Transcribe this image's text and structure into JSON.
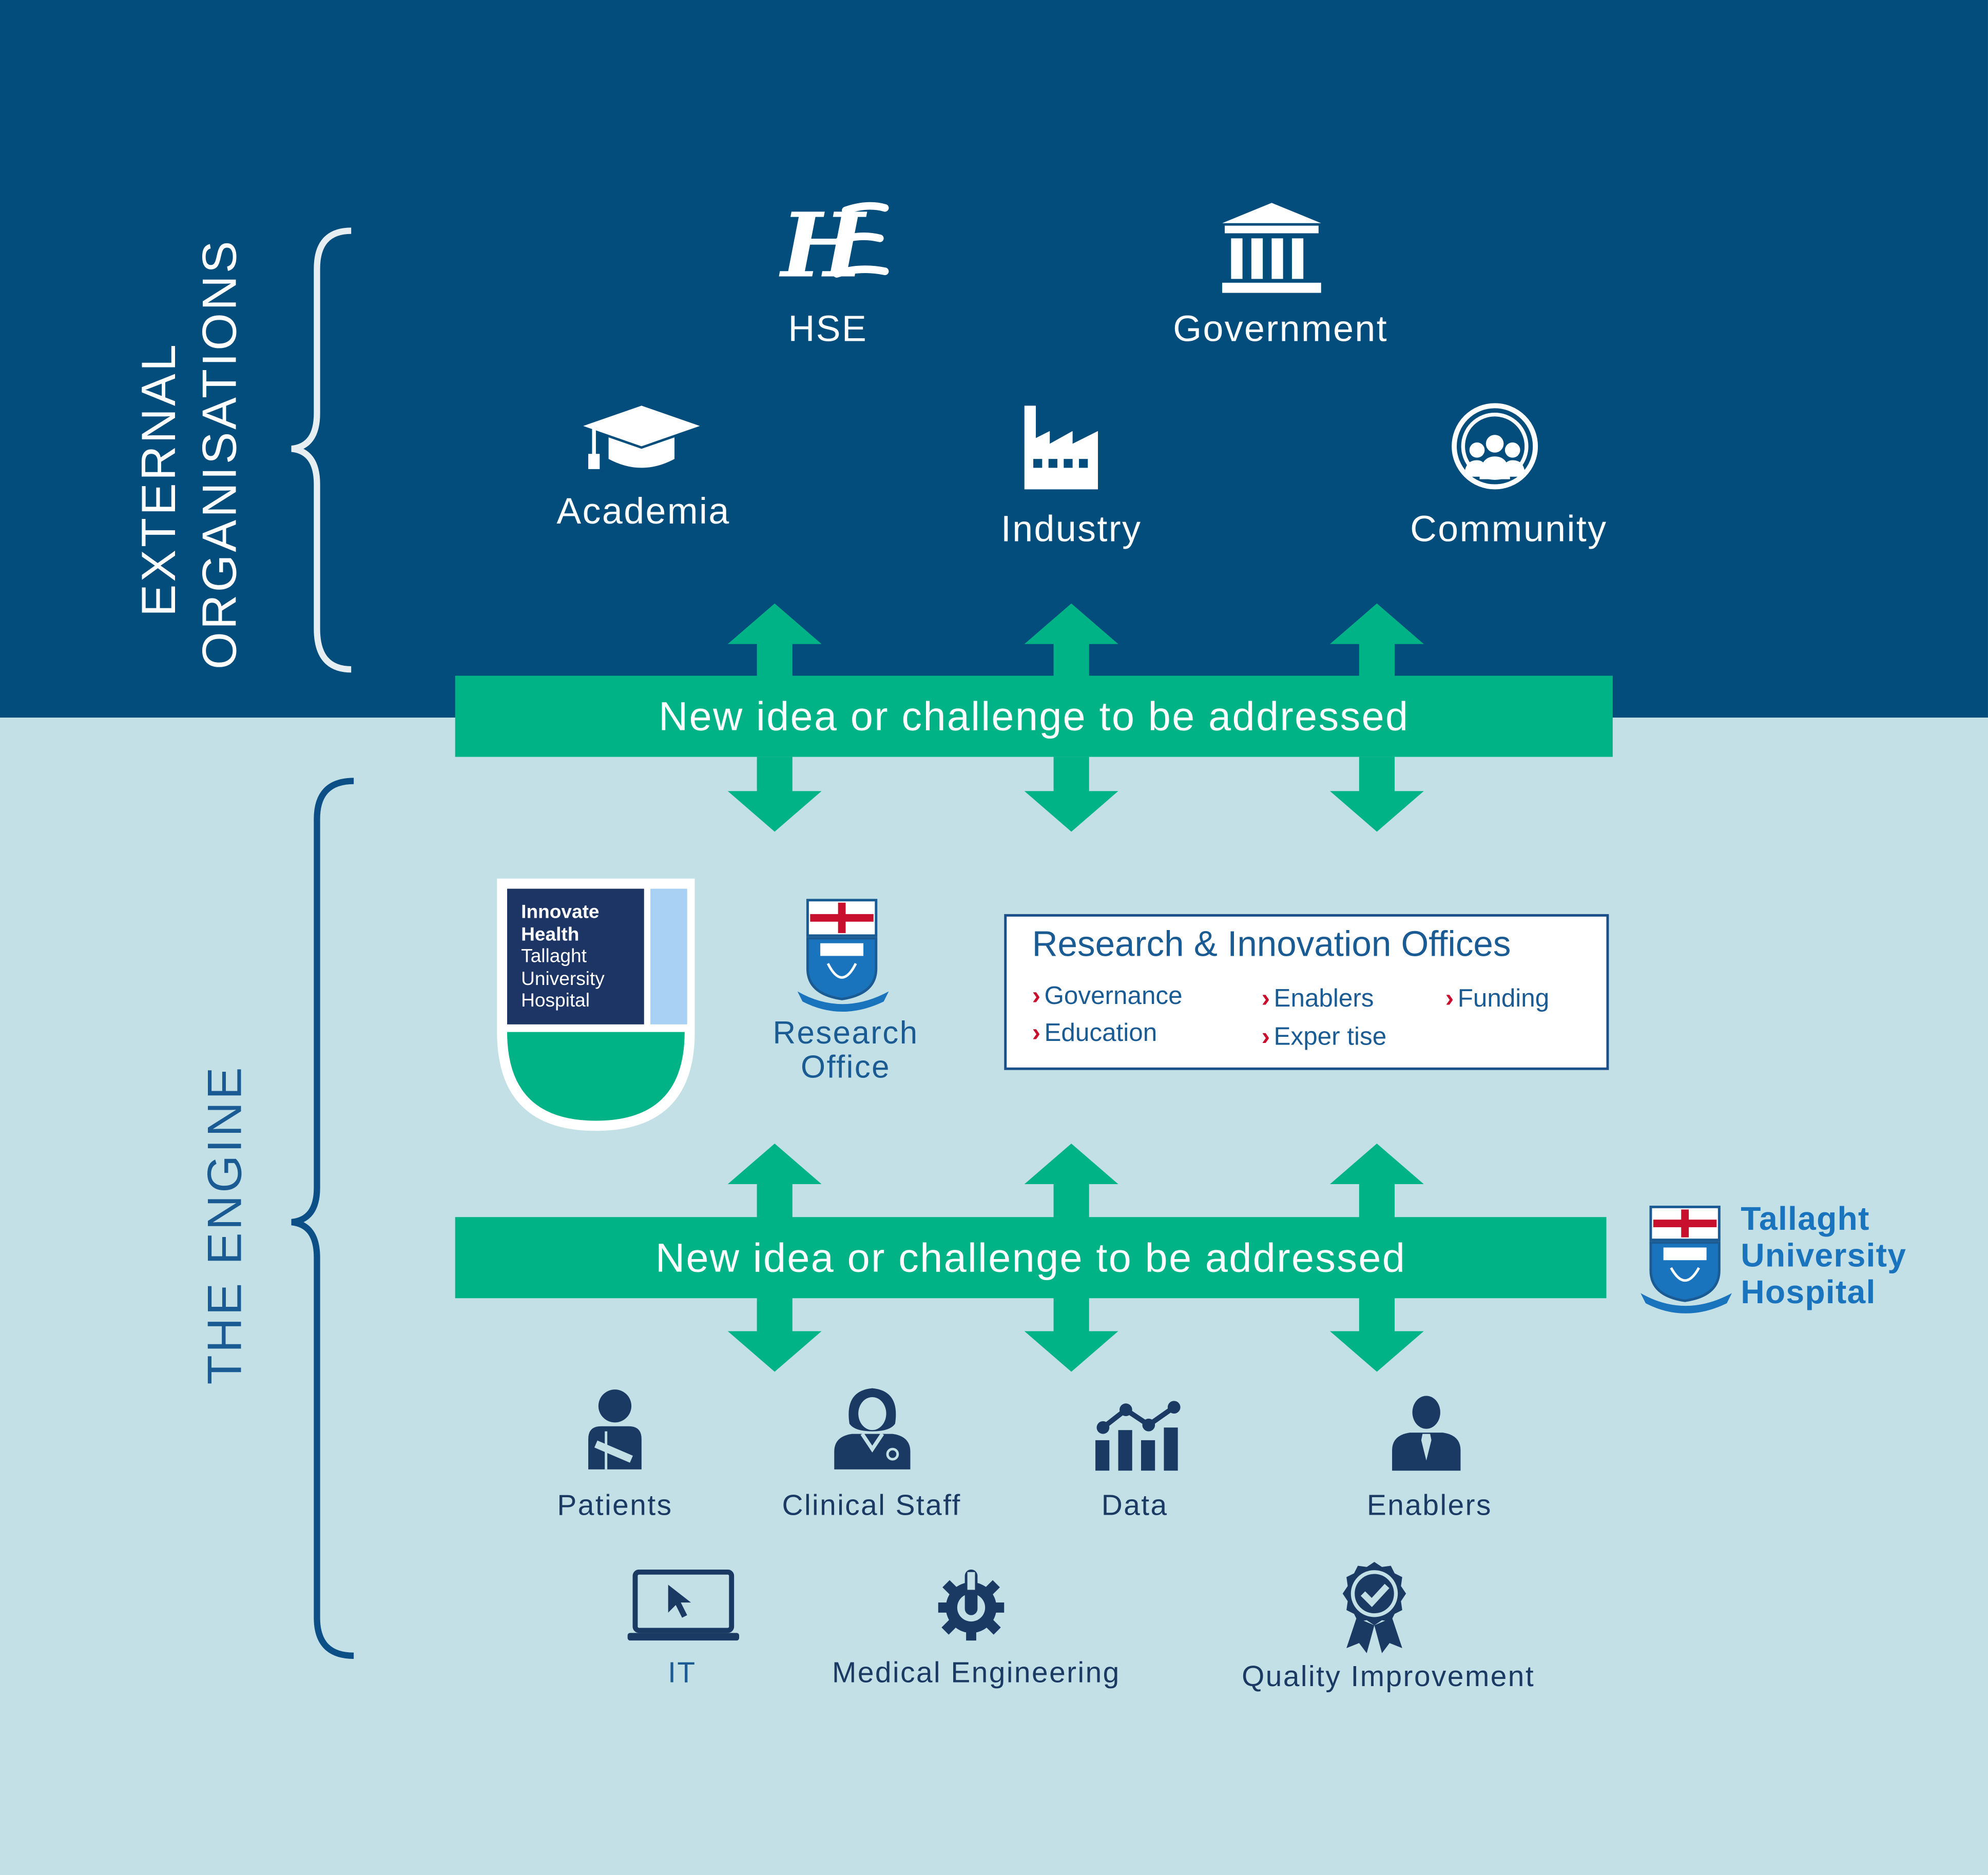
{
  "sections": {
    "external": {
      "label_line1": "EXTERNAL",
      "label_line2": "ORGANISATIONS"
    },
    "engine": {
      "label": "THE ENGINE"
    }
  },
  "external_orgs": [
    {
      "name": "HSE",
      "icon": "hse-logo-icon"
    },
    {
      "name": "Government",
      "icon": "government-building-icon"
    },
    {
      "name": "Academia",
      "icon": "graduation-cap-icon"
    },
    {
      "name": "Industry",
      "icon": "factory-icon"
    },
    {
      "name": "Community",
      "icon": "community-people-icon"
    }
  ],
  "flow_bands": [
    {
      "text": "New idea or challenge to be addressed"
    },
    {
      "text": "New idea or challenge to be addressed"
    }
  ],
  "innovate_health": {
    "line1": "Innovate",
    "line2": "Health",
    "line3": "Tallaght",
    "line4": "University",
    "line5": "Hospital"
  },
  "research_office": {
    "line1": "Research",
    "line2": "Office"
  },
  "research_innovation_offices": {
    "title": "Research & Innovation Offices",
    "items": [
      "Governance",
      "Enablers",
      "Funding",
      "Education",
      "Exper tise"
    ]
  },
  "hospital_logo": {
    "line1": "Tallaght",
    "line2": "University",
    "line3": "Hospital"
  },
  "engine_row1": [
    {
      "name": "Patients",
      "icon": "patient-icon"
    },
    {
      "name": "Clinical Staff",
      "icon": "clinical-staff-icon"
    },
    {
      "name": "Data",
      "icon": "data-chart-icon"
    },
    {
      "name": "Enablers",
      "icon": "businessman-icon"
    }
  ],
  "engine_row2": [
    {
      "name": "IT",
      "icon": "laptop-icon"
    },
    {
      "name": "Medical Engineering",
      "icon": "gear-test-tube-icon"
    },
    {
      "name": "Quality Improvement",
      "icon": "quality-badge-icon"
    }
  ],
  "colors": {
    "top_band": "#024d7c",
    "bottom_band": "#c3e0e6",
    "green": "#00b386",
    "navy": "#1a3a63",
    "blue_text": "#1a5b94",
    "chevron_red": "#c8102e"
  }
}
